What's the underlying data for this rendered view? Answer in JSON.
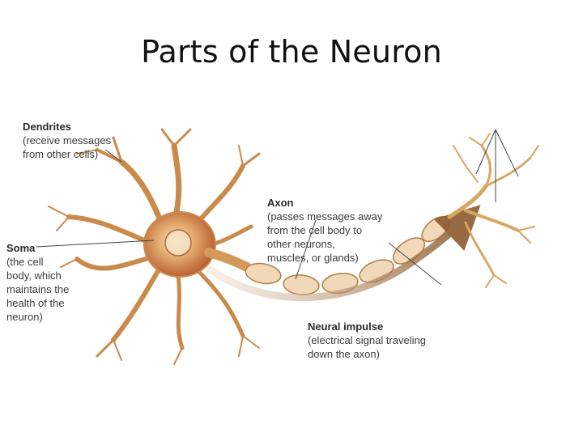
{
  "title": "Parts of the Neuron",
  "labels": {
    "dendrites": {
      "name": "Dendrites",
      "desc": "(receive messages\nfrom other cells)"
    },
    "axon": {
      "name": "Axon",
      "desc": "(passes messages away\nfrom the cell body to\nother neurons,\nmuscles, or glands)"
    },
    "soma": {
      "name": "Soma",
      "desc": "(the cell\nbody, which\nmaintains the\nhealth of the\nneuron)"
    },
    "impulse": {
      "name": "Neural impulse",
      "desc": "(electrical signal traveling\ndown the axon)"
    }
  },
  "colors": {
    "cell": "#e6b877",
    "cell_dark": "#c98a4a",
    "nucleus": "#b5532a",
    "impulse": "#9c6b3c",
    "myelin": "#f0d8b8"
  }
}
